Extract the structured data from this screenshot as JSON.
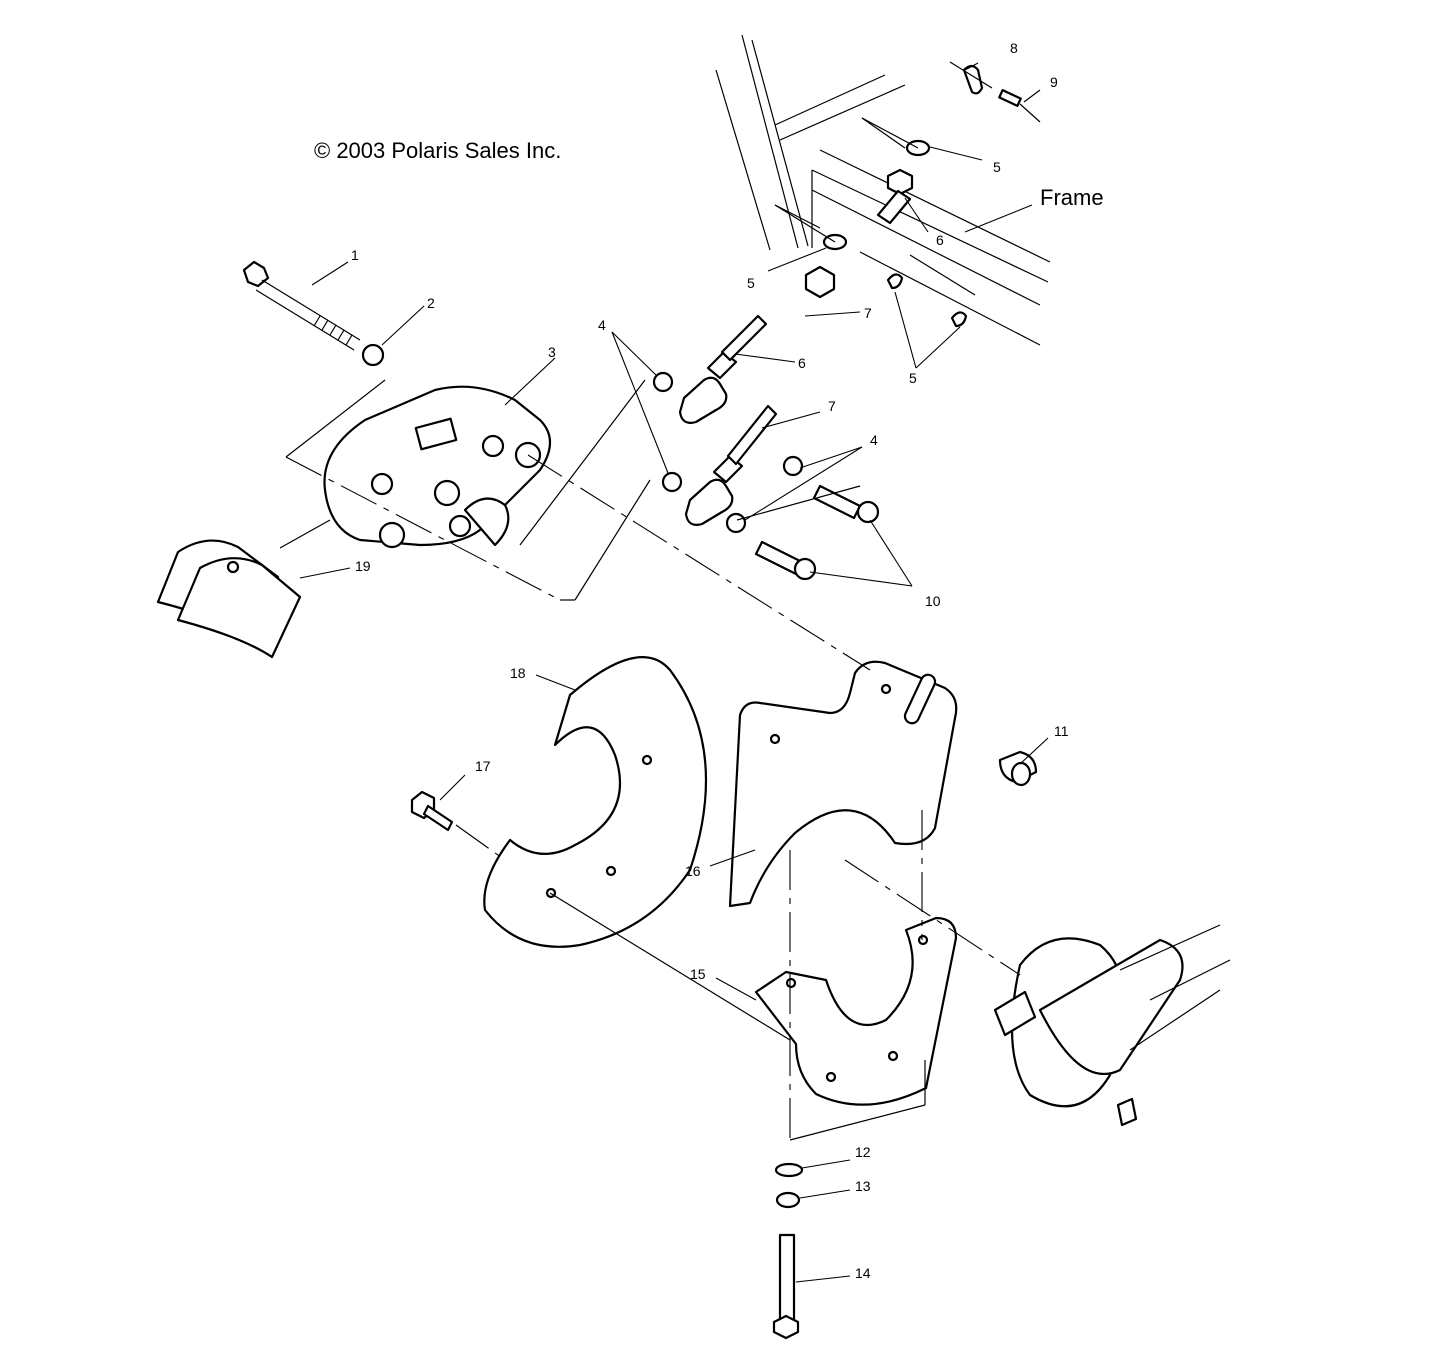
{
  "copyright": "© 2003 Polaris Sales Inc.",
  "frame_label": "Frame",
  "callouts": {
    "c1": "1",
    "c2": "2",
    "c3": "3",
    "c4a": "4",
    "c4b": "4",
    "c5a": "5",
    "c5b": "5",
    "c5c": "5",
    "c6a": "6",
    "c6b": "6",
    "c7a": "7",
    "c7b": "7",
    "c8": "8",
    "c9": "9",
    "c10": "10",
    "c11": "11",
    "c12": "12",
    "c13": "13",
    "c14": "14",
    "c15": "15",
    "c16": "16",
    "c17": "17",
    "c18": "18",
    "c19": "19"
  }
}
